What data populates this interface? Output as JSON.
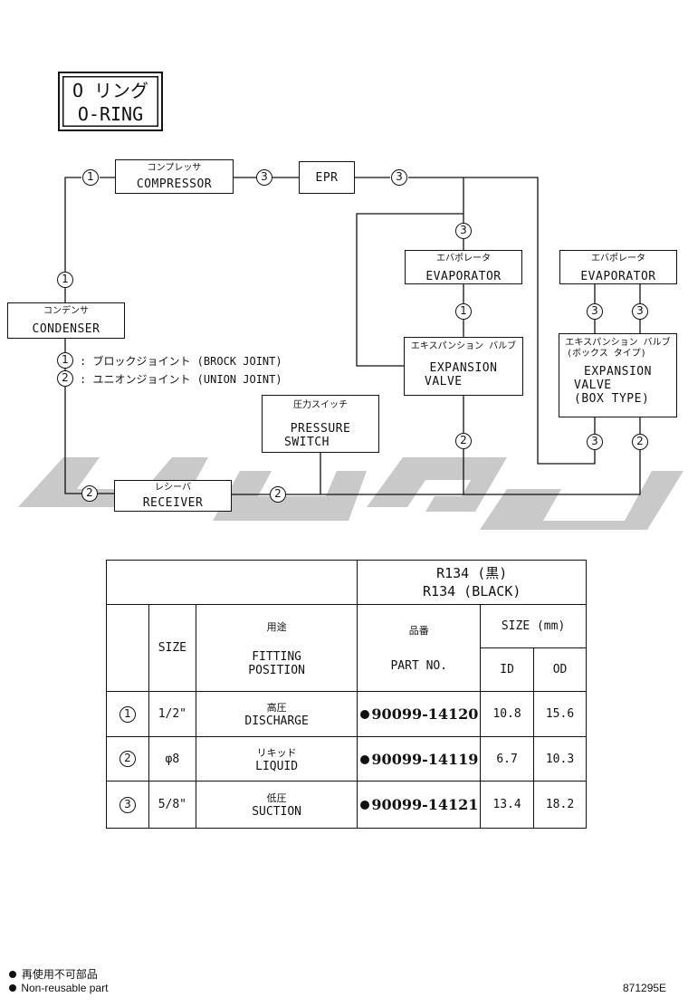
{
  "title_box": {
    "line1": "O リング",
    "line2": "O-RING"
  },
  "components": {
    "compressor": {
      "jp": "コンプレッサ",
      "en": "COMPRESSOR"
    },
    "epr": {
      "en": "EPR"
    },
    "condenser": {
      "jp": "コンデンサ",
      "en": "CONDENSER"
    },
    "evaporator_left": {
      "jp": "エバポレータ",
      "en": "EVAPORATOR"
    },
    "evaporator_right": {
      "jp": "エバポレータ",
      "en": "EVAPORATOR"
    },
    "expansion_valve_left": {
      "jp": "エキスパンション バルブ",
      "en1": "EXPANSION",
      "en2": "VALVE"
    },
    "expansion_valve_right": {
      "jp1": "エキスパンション バルブ",
      "jp2": "(ボックス タイプ)",
      "en1": "EXPANSION",
      "en2": "VALVE",
      "en3": "(BOX TYPE)"
    },
    "pressure_switch": {
      "jp": "圧力スイッチ",
      "en1": "PRESSURE",
      "en2": "SWITCH"
    },
    "receiver": {
      "jp": "レシーバ",
      "en": "RECEIVER"
    }
  },
  "legend": {
    "item1": {
      "num": "1",
      "text": ": ブロックジョイント (BROCK JOINT)"
    },
    "item2": {
      "num": "2",
      "text": ": ユニオンジョイント (UNION JOINT)"
    }
  },
  "markers": {
    "one": "1",
    "two": "2",
    "three": "3"
  },
  "table": {
    "header_refrigerant_jp": "R134 (黒)",
    "header_refrigerant_en": "R134 (BLACK)",
    "col_size": "SIZE",
    "col_fitting_jp": "用途",
    "col_fitting_en1": "FITTING",
    "col_fitting_en2": "POSITION",
    "col_part_jp": "品番",
    "col_part_en": "PART NO.",
    "col_size_mm": "SIZE (mm)",
    "col_id": "ID",
    "col_od": "OD",
    "rows": [
      {
        "num": "1",
        "size": "1/2\"",
        "fit_jp": "高圧",
        "fit_en": "DISCHARGE",
        "part": "90099-14120",
        "id": "10.8",
        "od": "15.6"
      },
      {
        "num": "2",
        "size": "φ8",
        "fit_jp": "リキッド",
        "fit_en": "LIQUID",
        "part": "90099-14119",
        "id": "6.7",
        "od": "10.3"
      },
      {
        "num": "3",
        "size": "5/8\"",
        "fit_jp": "低圧",
        "fit_en": "SUCTION",
        "part": "90099-14121",
        "id": "13.4",
        "od": "18.2"
      }
    ]
  },
  "footer": {
    "note_jp": "再使用不可部品",
    "note_en": "Non-reusable part",
    "code": "871295E"
  },
  "watermark_color": "#c8c8c8"
}
